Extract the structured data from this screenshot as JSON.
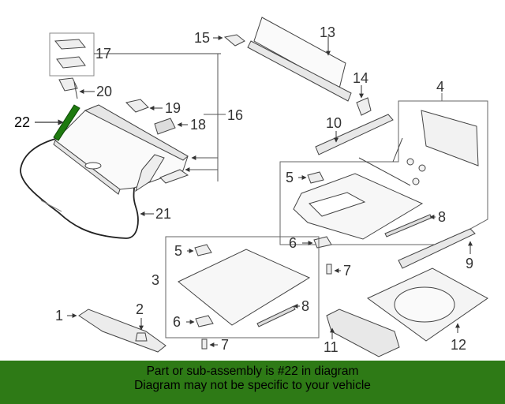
{
  "callouts": [
    "1",
    "2",
    "3",
    "4",
    "5",
    "5",
    "6",
    "6",
    "7",
    "7",
    "8",
    "8",
    "9",
    "10",
    "11",
    "12",
    "13",
    "14",
    "15",
    "16",
    "17",
    "18",
    "19",
    "20",
    "21",
    "22"
  ],
  "highlight_part": "22",
  "highlight_color": "#1e7a0f",
  "banner": {
    "line1": "Part or sub-assembly is #22 in diagram",
    "line2": "Diagram may not be specific to your vehicle",
    "background": "#2e7a16"
  }
}
